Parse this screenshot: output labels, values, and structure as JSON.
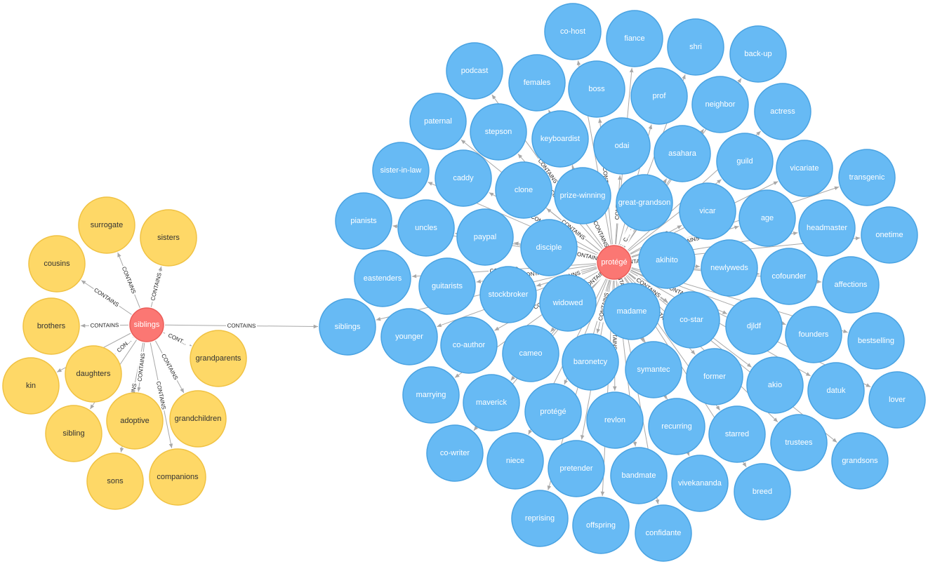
{
  "colors": {
    "hub": "#fb7773",
    "hub_stroke": "#ea5d59",
    "yellow": "#fed867",
    "yellow_stroke": "#f0c243",
    "blue": "#67baf4",
    "blue_stroke": "#4aa3e2",
    "edge": "#a8a8a8",
    "edge_label": "#222222"
  },
  "relationship_type": "CONTAINS",
  "truncated_labels": {
    "cont": "CONT...",
    "con": "CON...",
    "c": "C..."
  },
  "clusters": [
    {
      "name": "siblings-cluster",
      "hub": "siblings",
      "nodes": [
        "siblings",
        "surrogate",
        "sisters",
        "cousins",
        "brothers",
        "grandparents",
        "daughters",
        "kin",
        "sibling",
        "adoptive",
        "grandchildren",
        "sons",
        "companions"
      ]
    },
    {
      "name": "protege-cluster",
      "hub": "protégé",
      "nodes": [
        "protégé",
        "co-host",
        "fiance",
        "shri",
        "back-up",
        "podcast",
        "females",
        "boss",
        "prof",
        "neighbor",
        "actress",
        "paternal",
        "stepson",
        "keyboardist",
        "odai",
        "asahara",
        "guild",
        "vicariate",
        "transgenic",
        "sister-in-law",
        "caddy",
        "clone",
        "prize-winning",
        "great-grandson",
        "vicar",
        "age",
        "headmaster",
        "onetime",
        "pianists",
        "uncles",
        "paypal",
        "disciple",
        "akihito",
        "newlyweds",
        "cofounder",
        "affections",
        "eastenders",
        "guitarists",
        "stockbroker",
        "widowed",
        "madame",
        "co-star",
        "djldf",
        "founders",
        "bestselling",
        "siblings",
        "younger",
        "co-author",
        "cameo",
        "baronetcy",
        "symantec",
        "former",
        "akio",
        "datuk",
        "lover",
        "marrying",
        "maverick",
        "protégé",
        "revlon",
        "recurring",
        "starred",
        "trustees",
        "grandsons",
        "co-writer",
        "niece",
        "pretender",
        "bandmate",
        "vivekananda",
        "breed",
        "reprising",
        "offspring",
        "confidante"
      ]
    }
  ]
}
